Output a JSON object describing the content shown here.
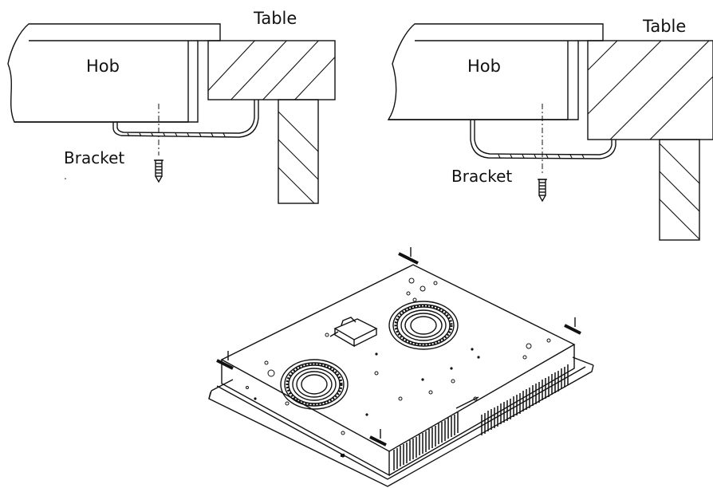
{
  "left_detail": {
    "hob_label": "Hob",
    "table_label": "Table",
    "bracket_label": "Bracket"
  },
  "right_detail": {
    "hob_label": "Hob",
    "table_label": "Table",
    "bracket_label": "Bracket"
  },
  "colors": {
    "line": "#111111",
    "background": "#ffffff"
  }
}
